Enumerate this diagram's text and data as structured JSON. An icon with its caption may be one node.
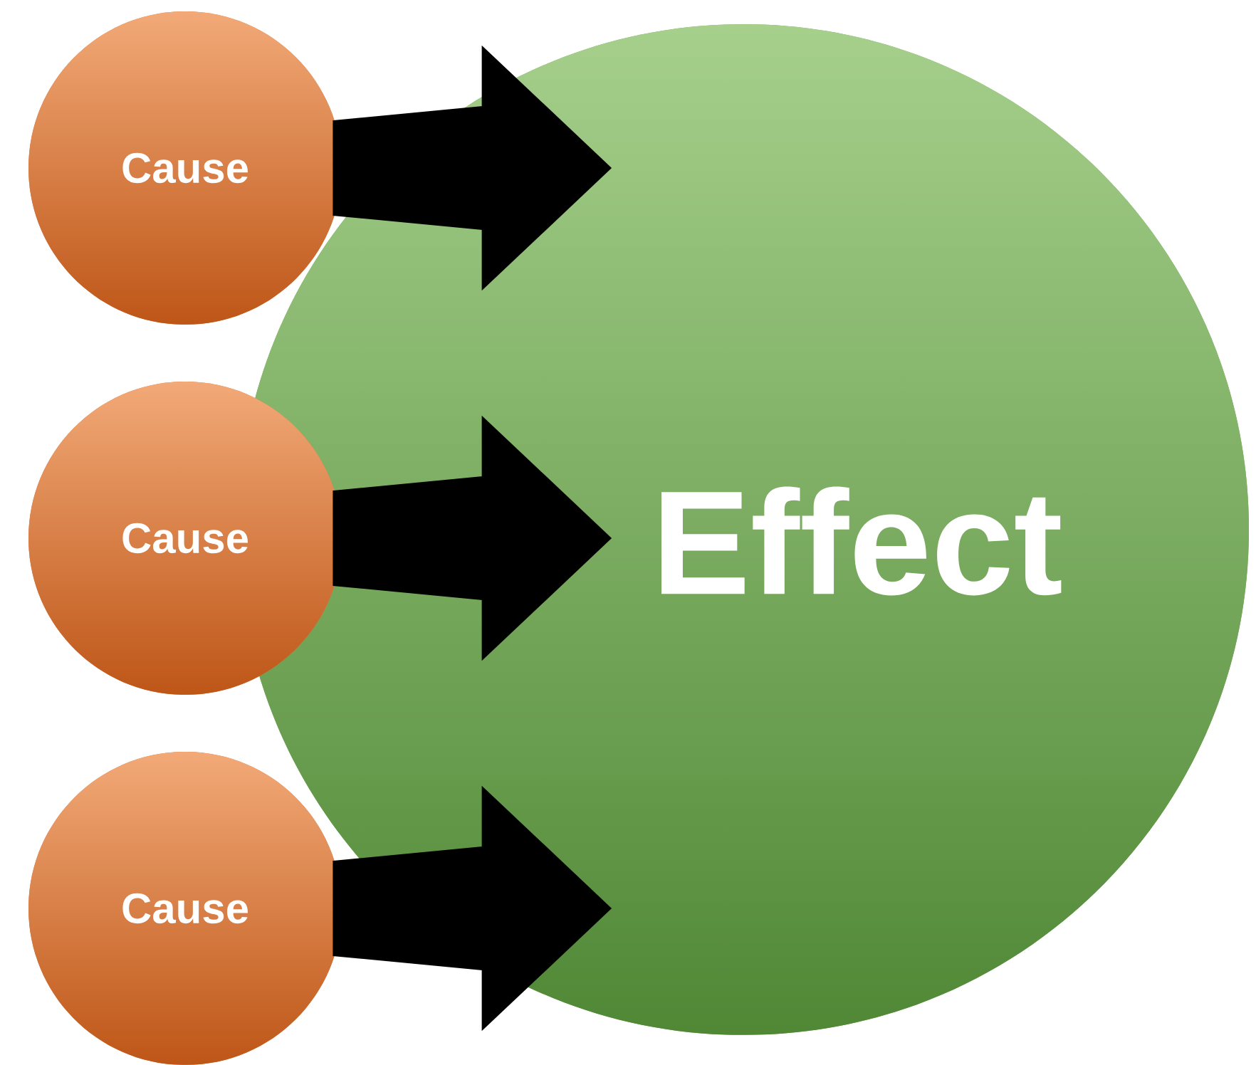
{
  "diagram": {
    "nodes": [
      {
        "text": [
          "Cause"
        ]
      },
      {
        "text": [
          "Cause"
        ]
      },
      {
        "text": [
          "Cause"
        ]
      },
      {
        "text": [
          "Effect"
        ]
      }
    ],
    "edges": [
      {
        "from": 0,
        "to": 3,
        "arrow": "to"
      },
      {
        "from": 1,
        "to": 3,
        "arrow": "to"
      },
      {
        "from": 2,
        "to": 3,
        "arrow": "to"
      }
    ]
  }
}
